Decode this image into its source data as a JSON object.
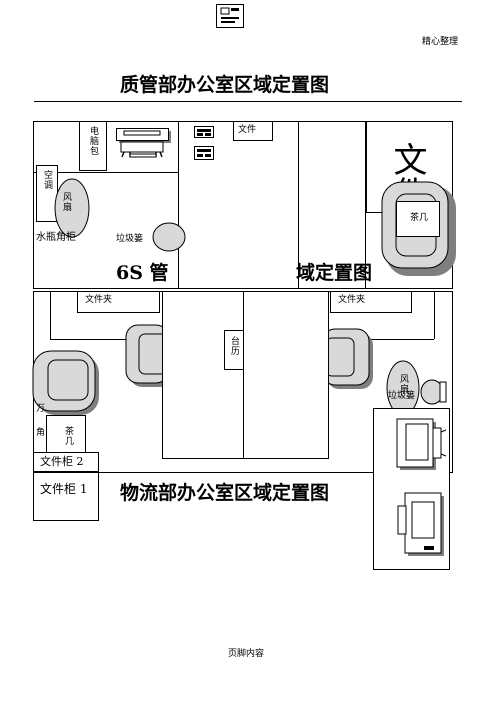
{
  "header": {
    "right_text": "精心整理",
    "logo_icon": "document-logo-icon"
  },
  "titles": {
    "quality": "质管部办公室区域定置图",
    "six_s_left": "6S 管",
    "six_s_right": "域定置图",
    "logistics": "物流部办公室区域定置图"
  },
  "labels": {
    "computer_bag": "电脑包",
    "file": "文件",
    "aircon": "空调",
    "fan_top": "风扇",
    "water_cabinet": "水瓶角柜",
    "trash_top": "垃圾篓",
    "big_file": "文件",
    "tea_table_right": "茶几",
    "folder_left": "文件夹",
    "folder_right": "文件夹",
    "calendar": "台历",
    "fan_right": "风扇",
    "trash_right": "垃圾篓",
    "tea_table_left": "茶几",
    "left_partial_1": "万",
    "left_partial_2": "角",
    "cabinet_2": "文件柜 2",
    "cabinet_1": "文件柜 1"
  },
  "footer": {
    "text": "页脚内容"
  },
  "colors": {
    "line": "#000000",
    "sofa_fill": "#d9d9d9",
    "shadow": "#7f7f7f"
  }
}
